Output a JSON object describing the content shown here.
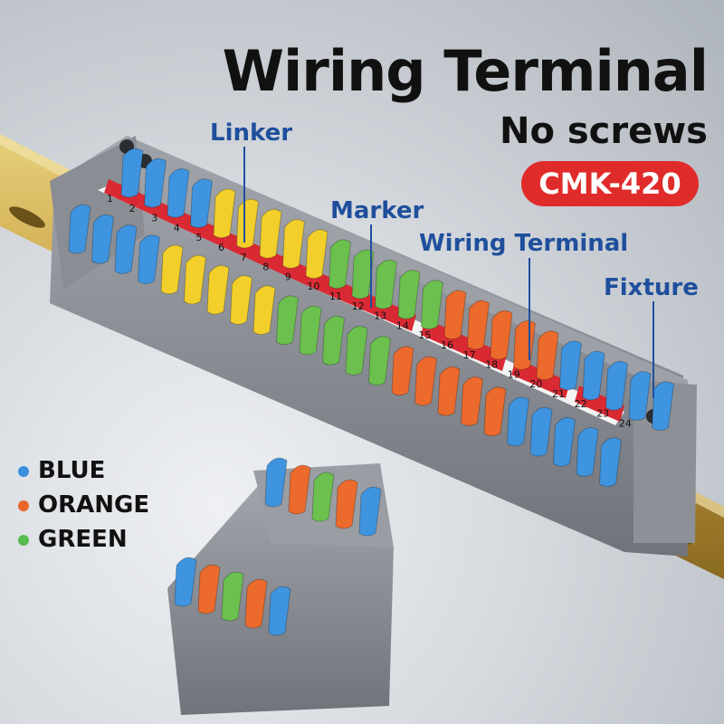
{
  "title": "Wiring Terminal",
  "subtitle": "No screws",
  "model": "CMK-420",
  "callouts": {
    "linker": "Linker",
    "marker": "Marker",
    "wiring_terminal": "Wiring Terminal",
    "fixture": "Fixture"
  },
  "marker_numbers": [
    "1",
    "2",
    "3",
    "4",
    "5",
    "6",
    "7",
    "8",
    "9",
    "10",
    "11",
    "12",
    "13",
    "14",
    "15",
    "16",
    "17",
    "18",
    "19",
    "20",
    "21",
    "22",
    "23",
    "24"
  ],
  "legend": [
    {
      "label": "BLUE",
      "color": "#3a8fdb"
    },
    {
      "label": "ORANGE",
      "color": "#e8662a"
    },
    {
      "label": "GREEN",
      "color": "#59bb4d"
    }
  ],
  "colors": {
    "blue_lever": "#3f94df",
    "yellow_lever": "#f2cf2a",
    "green_lever": "#6cc04e",
    "orange_lever": "#ec6a2c",
    "linker_red": "#d92a33",
    "housing_gray": "#8c9096",
    "rail_gold": "#c9a247",
    "callout_text": "#1f4f9c",
    "badge_red": "#e02b2b"
  },
  "main_strip_lever_colors": [
    "blue",
    "blue",
    "blue",
    "blue",
    "yellow",
    "yellow",
    "yellow",
    "yellow",
    "yellow",
    "green",
    "green",
    "green",
    "green",
    "green",
    "orange",
    "orange",
    "orange",
    "orange",
    "orange",
    "blue",
    "blue",
    "blue",
    "blue",
    "blue"
  ],
  "small_block_lever_colors": [
    "blue",
    "orange",
    "green",
    "orange",
    "blue"
  ]
}
